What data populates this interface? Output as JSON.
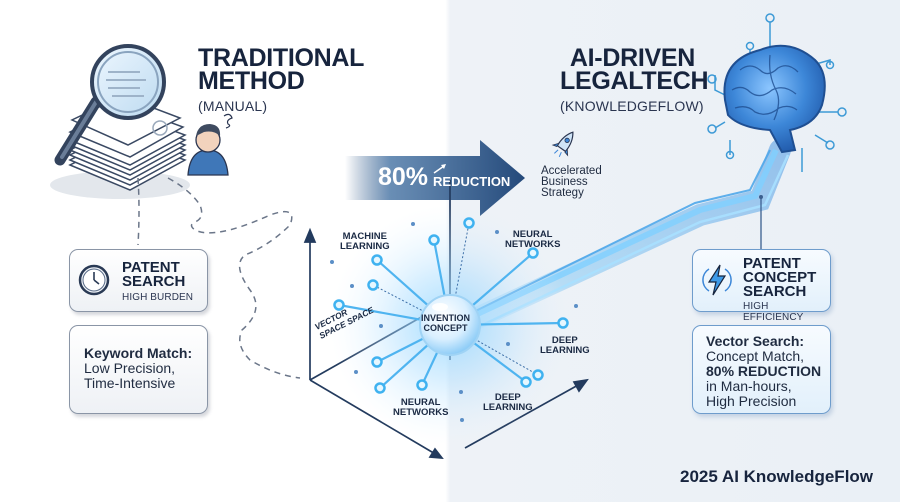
{
  "traditional": {
    "title_line1": "TRADITIONAL",
    "title_line2": "METHOD",
    "subtitle": "(MANUAL)",
    "card": {
      "icon": "clock-icon",
      "heading_line1": "PATENT",
      "heading_line2": "SEARCH",
      "subheading": "HIGH BURDEN"
    },
    "detail": {
      "heading": "Keyword Match:",
      "line1": "Low Precision,",
      "line2": "Time-Intensive"
    }
  },
  "ai": {
    "title_line1": "AI-DRIVEN",
    "title_line2": "LEGALTECH",
    "subtitle": "(KNOWLEDGEFLOW)",
    "card": {
      "icon": "lightning-icon",
      "heading_line1": "PATENT",
      "heading_line2": "CONCEPT",
      "heading_line3": "SEARCH",
      "subheading": "HIGH EFFICIENCY"
    },
    "detail": {
      "heading": "Vector Search:",
      "line1": "Concept Match,",
      "highlight": "80% REDUCTION",
      "line2": "in Man-hours,",
      "line3": "High Precision"
    }
  },
  "reduction_arrow": {
    "value": "80%",
    "label": "REDUCTION",
    "icon": "trend-up-icon"
  },
  "outcome": {
    "icon": "rocket-icon",
    "line1": "Accelerated",
    "line2": "Business",
    "line3": "Strategy"
  },
  "concept_map": {
    "center": {
      "line1": "INVENTION",
      "line2": "CONCEPT"
    },
    "axis_label": {
      "line1": "VECTOR",
      "line2": "SPACE SPACE"
    },
    "nodes": [
      {
        "line1": "MACHINE",
        "line2": "LEARNING"
      },
      {
        "line1": "NEURAL",
        "line2": "NETWORKS"
      },
      {
        "line1": "DEEP",
        "line2": "LEARNING"
      },
      {
        "line1": "NEURAL",
        "line2": "NETWORKS"
      },
      {
        "line1": "DEEP",
        "line2": "LEARNING"
      }
    ]
  },
  "colors": {
    "navy": "#17243d",
    "arrow_blue": "#2f5685",
    "glow_blue": "#4fb4f0",
    "brain_blue": "#3d87d8",
    "card_border_ai": "#6e9ccc"
  },
  "footer": "2025 AI KnowledgeFlow"
}
